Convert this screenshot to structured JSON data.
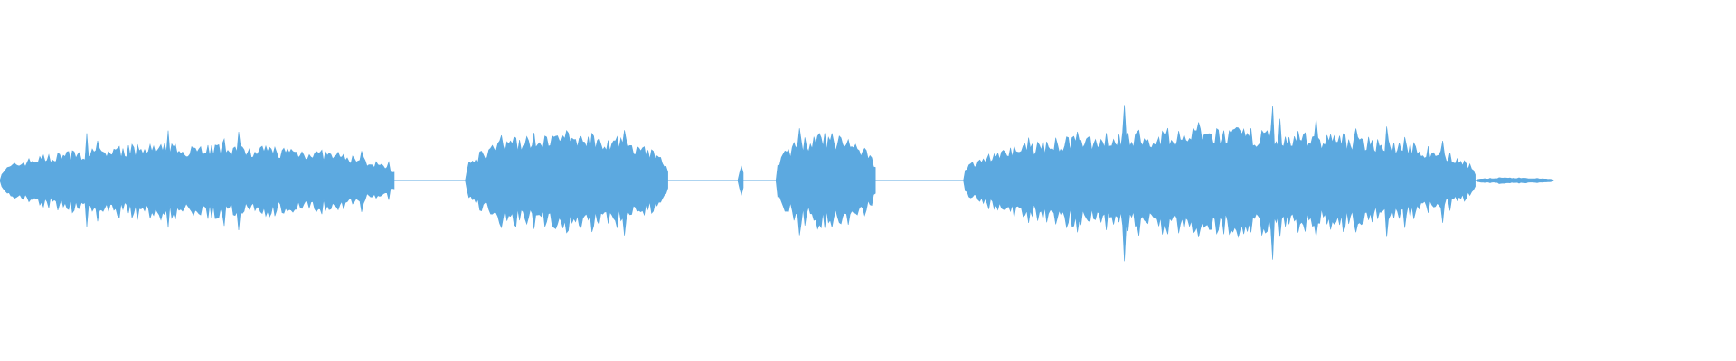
{
  "waveform": {
    "color": "#5ca9e0",
    "segments": [
      {
        "start": 0.0,
        "end": 0.228,
        "level": 0.27
      },
      {
        "start": 0.268,
        "end": 0.385,
        "level": 0.36
      },
      {
        "start": 0.425,
        "end": 0.429,
        "level": 0.1
      },
      {
        "start": 0.447,
        "end": 0.505,
        "level": 0.34
      },
      {
        "start": 0.555,
        "end": 0.85,
        "level": 0.38
      },
      {
        "start": 0.85,
        "end": 0.895,
        "level": 0.02
      }
    ]
  }
}
